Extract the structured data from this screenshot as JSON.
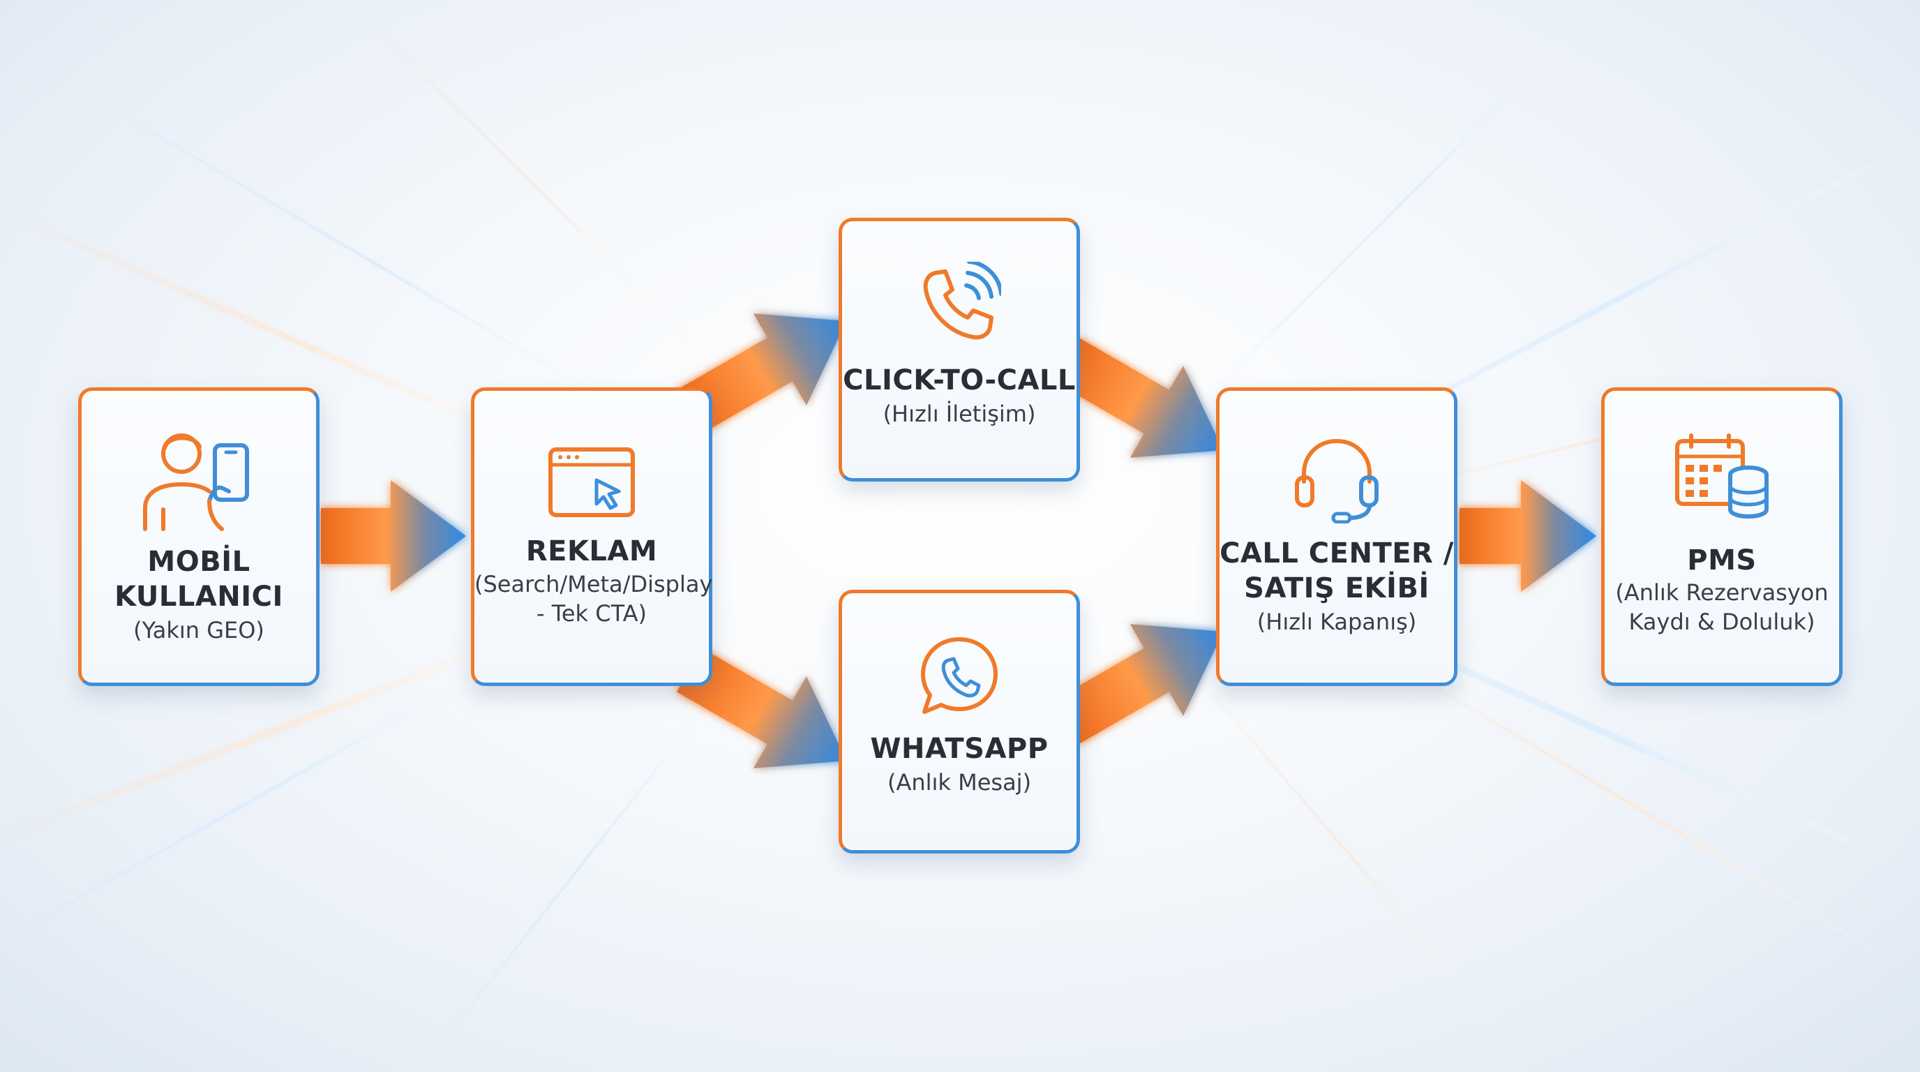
{
  "colors": {
    "orange": "#f07a2a",
    "blue": "#3f8fd8",
    "text": "#2a2d35"
  },
  "nodes": {
    "mobile": {
      "icon": "person-with-phone-icon",
      "title_line1": "MOBİL",
      "title_line2": "KULLANICI",
      "sub_line1": "(Yakın GEO)"
    },
    "ad": {
      "icon": "browser-cursor-icon",
      "title_line1": "REKLAM",
      "sub_line1": "(Search/Meta/Display",
      "sub_line2": "- Tek CTA)"
    },
    "call": {
      "icon": "phone-ringing-icon",
      "title_line1": "CLICK-TO-CALL",
      "sub_line1": "(Hızlı İletişim)"
    },
    "whatsapp": {
      "icon": "whatsapp-icon",
      "title_line1": "WHATSAPP",
      "sub_line1": "(Anlık Mesaj)"
    },
    "callcenter": {
      "icon": "headset-icon",
      "title_line1": "CALL CENTER /",
      "title_line2": "SATIŞ EKİBİ",
      "sub_line1": "(Hızlı Kapanış)"
    },
    "pms": {
      "icon": "calendar-database-icon",
      "title_line1": "PMS",
      "sub_line1": "(Anlık Rezervasyon",
      "sub_line2": "Kaydı & Doluluk)"
    }
  }
}
